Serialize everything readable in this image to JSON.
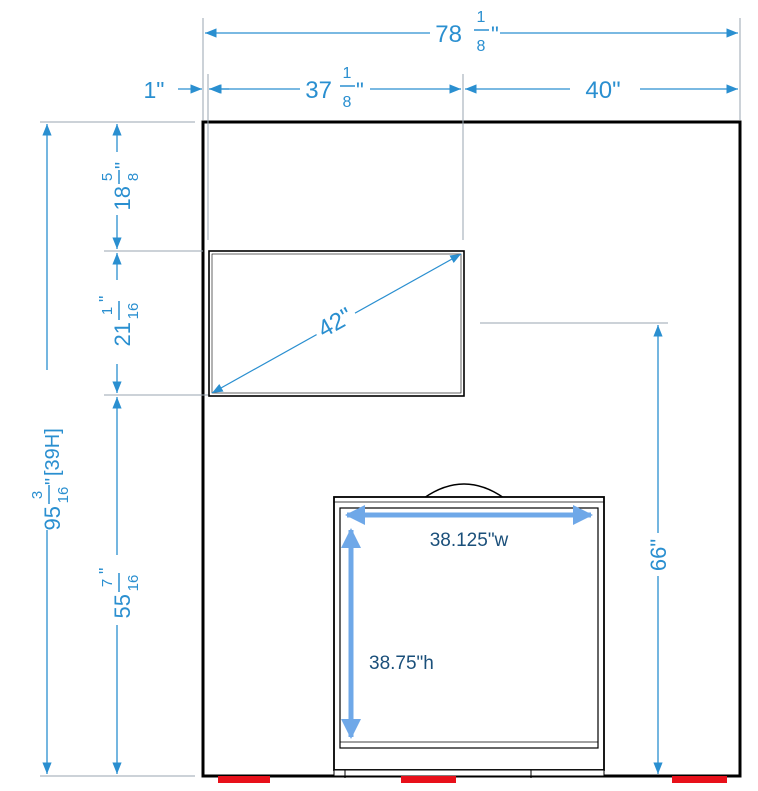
{
  "colors": {
    "dimension": "#2a8fd0",
    "outline": "#000000",
    "cabinet_arrow": "#6fa8e8",
    "cabinet_text": "#1a4f7a",
    "foot": "#e8101a"
  },
  "dimensions": {
    "overall_width": {
      "whole": "78",
      "num": "1",
      "den": "8",
      "unit": "\""
    },
    "offset_left": "1\"",
    "tv_center_x": {
      "whole": "37",
      "num": "1",
      "den": "8",
      "unit": "\""
    },
    "right_portion": "40\"",
    "top_to_tv": {
      "whole": "18",
      "num": "5",
      "den": "8",
      "unit": "\""
    },
    "tv_height": {
      "whole": "21",
      "num": "1",
      "den": "16",
      "unit": "\""
    },
    "floor_to_tv": {
      "whole": "55",
      "num": "7",
      "den": "16",
      "unit": "\""
    },
    "overall_height": {
      "whole": "95",
      "num": "3",
      "den": "16",
      "unit": "\"",
      "suffix": " [39H]"
    },
    "tv_center_height": "66\""
  },
  "tv": {
    "diagonal": "42\""
  },
  "fireplace": {
    "width": "38.125\"w",
    "height": "38.75\"h"
  }
}
